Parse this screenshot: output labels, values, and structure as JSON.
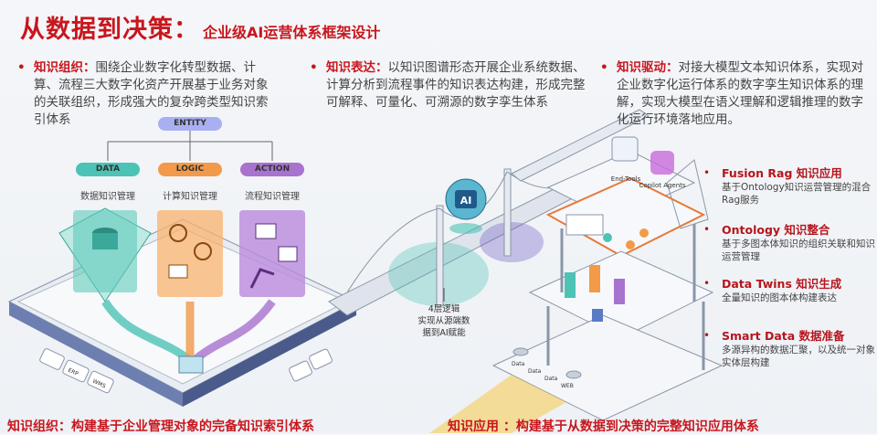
{
  "title": {
    "main": "从数据到决策：",
    "sub": "企业级AI运营体系框架设计"
  },
  "bullets": [
    {
      "heading": "知识组织：",
      "text": "围绕企业数字化转型数据、计算、流程三大数字化资产开展基于业务对象的关联组织，形成强大的复杂跨类型知识索引体系"
    },
    {
      "heading": "知识表达：",
      "text": "以知识图谱形态开展企业系统数据、计算分析到流程事件的知识表达构建，形成完整可解释、可量化、可溯源的数字孪生体系"
    },
    {
      "heading": "知识驱动：",
      "text": "对接大模型文本知识体系，实现对企业数字化运行体系的数字孪生知识体系的理解，实现大模型在语义理解和逻辑推理的数字化运行环境落地应用。"
    }
  ],
  "entity_tree": {
    "root": "ENTITY",
    "children": [
      {
        "label": "DATA",
        "desc": "数据知识管理",
        "color": "#4cc3b5"
      },
      {
        "label": "LOGIC",
        "desc": "计算知识管理",
        "color": "#f29a4a"
      },
      {
        "label": "ACTION",
        "desc": "流程知识管理",
        "color": "#a872cf"
      }
    ]
  },
  "illustration": {
    "ai_label": "AI",
    "tools": [
      "End-Tools",
      "Copilot Agents"
    ],
    "systems": [
      "ERP",
      "WMS"
    ],
    "data_labels": [
      "Data",
      "Data",
      "Data",
      "WEB"
    ],
    "bridge_note": [
      "4层逻辑",
      "实现从源端数",
      "据到AI赋能"
    ]
  },
  "layers": [
    {
      "title": "Fusion Rag 知识应用",
      "desc": "基于Ontology知识运营管理的混合Rag服务"
    },
    {
      "title": "Ontology 知识整合",
      "desc": "基于多图本体知识的组织关联和知识运营管理"
    },
    {
      "title": "Data Twins 知识生成",
      "desc": "全量知识的图本体构建表达"
    },
    {
      "title": "Smart Data  数据准备",
      "desc": "多源异构的数据汇聚，以及统一对象实体层构建"
    }
  ],
  "captions": {
    "left": "知识组织：构建基于企业管理对象的完备知识索引体系",
    "right": "知识应用 ：构建基于从数据到决策的完整知识应用体系"
  },
  "colors": {
    "accent": "#c8161d",
    "data": "#4cc3b5",
    "logic": "#f29a4a",
    "action": "#a872cf",
    "entity": "#9aa3f0"
  }
}
